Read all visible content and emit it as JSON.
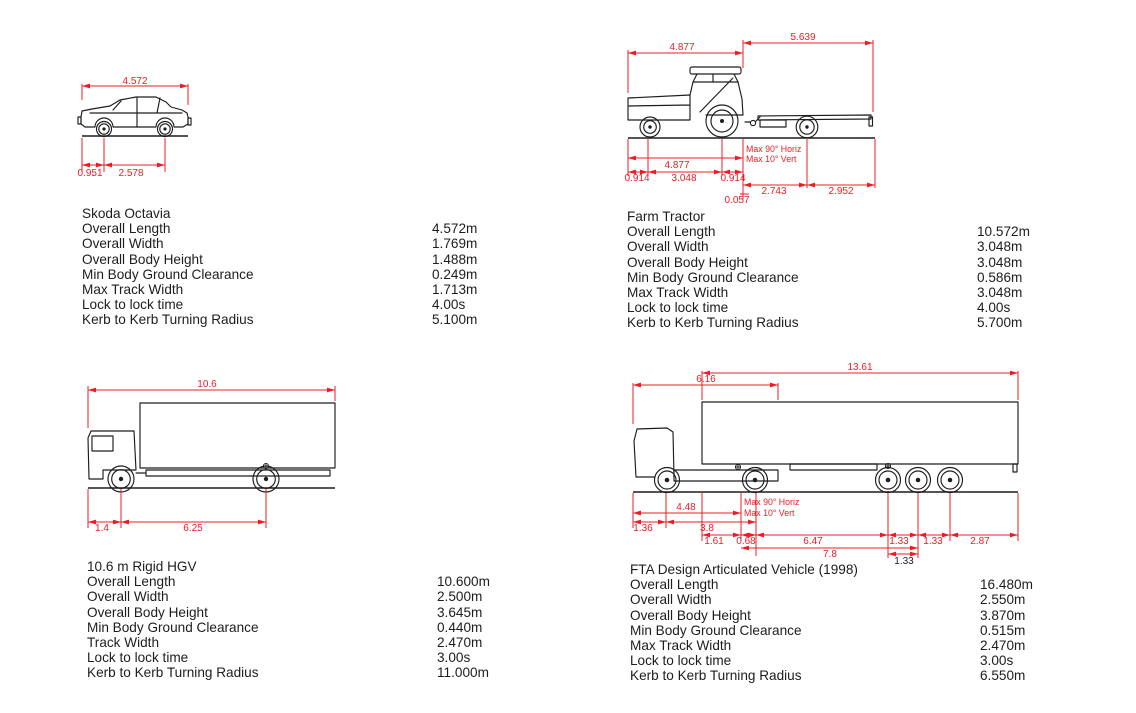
{
  "colors": {
    "dimension_red": "#ed1c24",
    "ink": "#1d1d1f",
    "background": "#ffffff"
  },
  "vehicles": [
    {
      "name": "Skoda Octavia",
      "dims": {
        "overall_length": "4.572",
        "front_overhang": "0.951",
        "wheelbase": "2.578"
      },
      "specs": [
        {
          "label": "Overall Length",
          "value": "4.572m"
        },
        {
          "label": "Overall Width",
          "value": "1.769m"
        },
        {
          "label": "Overall Body Height",
          "value": "1.488m"
        },
        {
          "label": "Min Body Ground Clearance",
          "value": "0.249m"
        },
        {
          "label": "Max Track Width",
          "value": "1.713m"
        },
        {
          "label": "Lock to lock time",
          "value": "4.00s"
        },
        {
          "label": "Kerb to Kerb Turning Radius",
          "value": "5.100m"
        }
      ]
    },
    {
      "name": "Farm Tractor",
      "dims": {
        "tractor_length_top": "4.877",
        "trailer_length_top": "5.639",
        "tractor_length_bottom": "4.877",
        "front_overhang": "0.914",
        "wheelbase": "3.048",
        "rear_overhang": "0.914",
        "hitch_gap": "0.057",
        "hitch_to_axle": "2.743",
        "axle_to_rear": "2.952"
      },
      "notes": [
        "Max 90° Horiz",
        "Max 10° Vert"
      ],
      "specs": [
        {
          "label": "Overall Length",
          "value": "10.572m"
        },
        {
          "label": "Overall Width",
          "value": "3.048m"
        },
        {
          "label": "Overall Body Height",
          "value": "3.048m"
        },
        {
          "label": "Min Body Ground Clearance",
          "value": "0.586m"
        },
        {
          "label": "Max Track Width",
          "value": "3.048m"
        },
        {
          "label": "Lock to lock time",
          "value": "4.00s"
        },
        {
          "label": "Kerb to Kerb Turning Radius",
          "value": "5.700m"
        }
      ]
    },
    {
      "name": "10.6 m Rigid HGV",
      "dims": {
        "overall_length": "10.6",
        "front_overhang": "1.4",
        "wheelbase": "6.25"
      },
      "specs": [
        {
          "label": "Overall Length",
          "value": "10.600m"
        },
        {
          "label": "Overall Width",
          "value": "2.500m"
        },
        {
          "label": "Overall Body Height",
          "value": "3.645m"
        },
        {
          "label": "Min Body Ground Clearance",
          "value": "0.440m"
        },
        {
          "label": "Track Width",
          "value": "2.470m"
        },
        {
          "label": "Lock to lock time",
          "value": "3.00s"
        },
        {
          "label": "Kerb to Kerb Turning Radius",
          "value": "11.000m"
        }
      ]
    },
    {
      "name": "FTA Design Articulated Vehicle (1998)",
      "dims": {
        "trailer_length_top": "13.61",
        "cab_to_trailer_top": "6.16",
        "cab_to_kingpin": "4.48",
        "front_overhang": "1.36",
        "tractor_wheelbase": "3.8",
        "trailer_front_to_kingpin": "1.61",
        "kingpin_to_drive_axle": "0.68",
        "kingpin_to_bogie": "6.47",
        "bogie_spread_1": "1.33",
        "bogie_spread_2": "1.33",
        "rear_overhang": "2.87",
        "kingpin_to_mid_bogie": "7.8",
        "axle_spacing": "1.33"
      },
      "notes": [
        "Max 90° Horiz",
        "Max 10° Vert"
      ],
      "specs": [
        {
          "label": "Overall Length",
          "value": "16.480m"
        },
        {
          "label": "Overall Width",
          "value": "2.550m"
        },
        {
          "label": "Overall Body Height",
          "value": "3.870m"
        },
        {
          "label": "Min Body Ground Clearance",
          "value": "0.515m"
        },
        {
          "label": "Max Track Width",
          "value": "2.470m"
        },
        {
          "label": "Lock to lock time",
          "value": "3.00s"
        },
        {
          "label": "Kerb to Kerb Turning Radius",
          "value": "6.550m"
        }
      ]
    }
  ]
}
